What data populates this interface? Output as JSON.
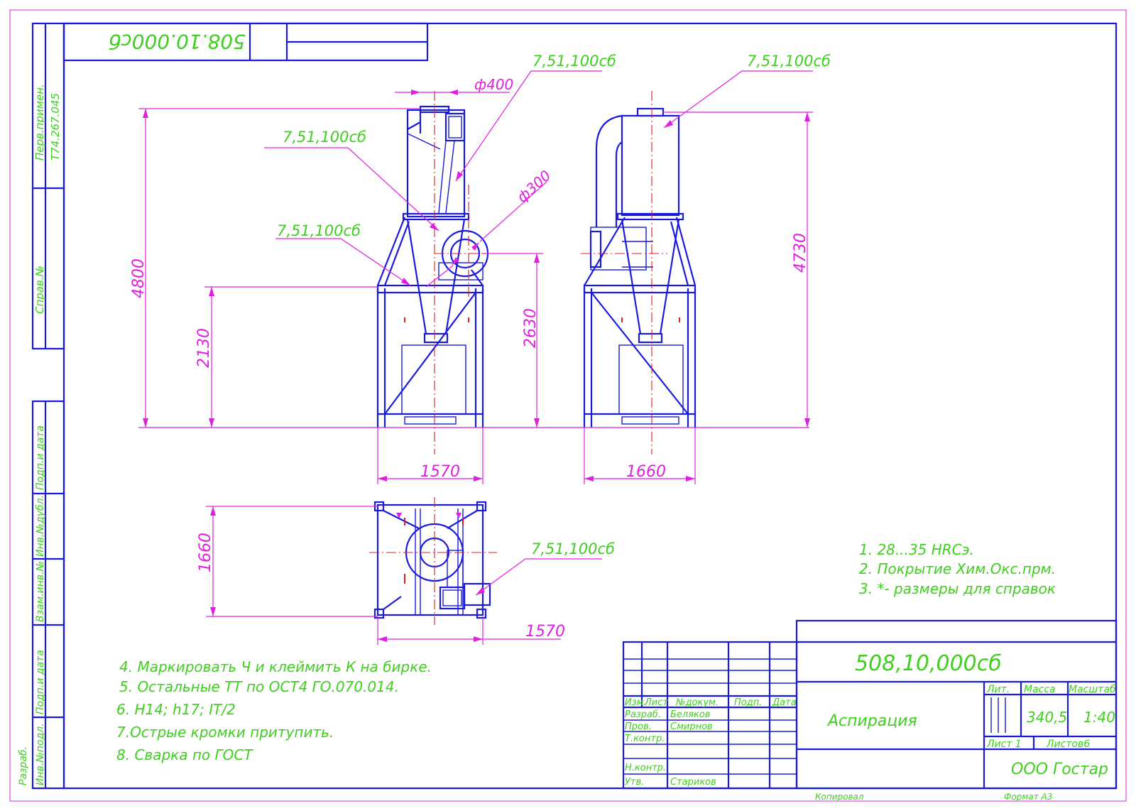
{
  "drawing": {
    "code_top": "508.10.000сб",
    "code_stamp": "508,10,000сб",
    "title": "Аспирация",
    "company": "ООО Гостар",
    "mass": "340,5",
    "scale": "1:40",
    "sheet": "Лист  1",
    "sheets": "Листов6",
    "copied_by": "Копировал",
    "format": "Формат А3"
  },
  "stamp": {
    "lit_header": "Лит.",
    "mass_header": "Масса",
    "scale_header": "Масштаб",
    "col_izm": "Изм.",
    "col_list": "Лист",
    "col_doc": "№докум.",
    "col_sign": "Подп.",
    "col_date": "Дата",
    "razrab_label": "Разраб.",
    "razrab_name": "Беляков",
    "prov_label": "Пров.",
    "prov_name": "Смирнов",
    "tkontr_label": "Т.контр.",
    "nkontr_label": "Н.контр.",
    "utv_label": "Утв.",
    "utv_name": "Стариков"
  },
  "side_block": {
    "perv_primen": "Перв.примен.",
    "perv_code": "Т74.267.045",
    "sprav": "Справ.№",
    "podp_data1": "Подп.и дата",
    "inv_dubl": "Инв.№дубл.",
    "vzam_inv": "Взам.инв.№",
    "podp_data2": "Подп.и дата",
    "inv_podl": "Инв.№подл.",
    "razrab": "Разраб."
  },
  "notes": {
    "right": [
      "1. 28...35 HRCэ.",
      "2. Покрытие Хим.Окс.прм.",
      "3. *- размеры для справок"
    ],
    "left": [
      "4. Маркировать Ч и клеймить К на бирке.",
      "5. Остальные ТТ по ОСТ4 ГО.070.014.",
      "6. Н14; h17; IT/2",
      "7.Острые кромки притупить.",
      "8. Сварка по ГОСТ"
    ]
  },
  "leaders": {
    "l1": "7,51,100сб",
    "l2": "7,51,100сб",
    "l3": "7,51,100сб",
    "l4": "7,51,100сб",
    "l5": "7,51,100сб"
  },
  "dimensions": {
    "d400": "ф400",
    "d300": "ф300",
    "h4800": "4800",
    "h2130": "2130",
    "h2630": "2630",
    "w1570a": "1570",
    "w1660a": "1660",
    "h4730": "4730",
    "h1660": "1660",
    "w1570b": "1570"
  }
}
